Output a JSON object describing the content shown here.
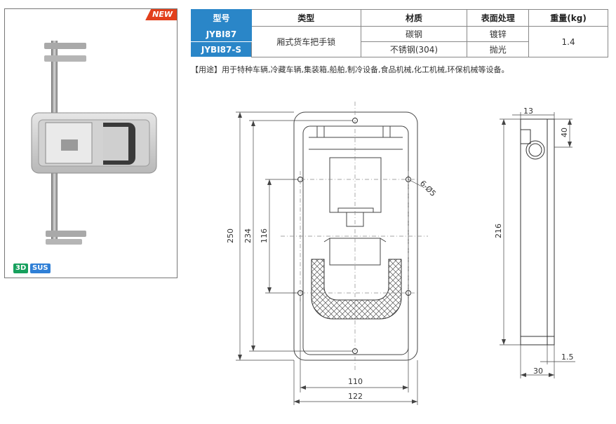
{
  "badges": {
    "new": "NEW",
    "tag_3d": "3D",
    "tag_sus": "SUS"
  },
  "spec_table": {
    "headers": [
      "型号",
      "类型",
      "材质",
      "表面处理",
      "重量(kg)"
    ],
    "models": [
      "JYBI87",
      "JYBI87-S"
    ],
    "type": "厢式货车把手锁",
    "materials": [
      "碳钢",
      "不锈钢(304)"
    ],
    "finishes": [
      "镀锌",
      "抛光"
    ],
    "weight": "1.4"
  },
  "usage": "【用途】用于特种车辆,冷藏车辆,集装箱,船舶,制冷设备,食品机械,化工机械,环保机械等设备。",
  "dimensions": {
    "front": {
      "total_height": "250",
      "inner_height": "234",
      "hole_spacing_v": "116",
      "hole_spacing_h": "110",
      "total_width": "122",
      "holes": "6-Ø5"
    },
    "side": {
      "top_offset": "13",
      "top_height": "40",
      "height": "216",
      "depth": "30",
      "thickness": "1.5"
    }
  },
  "colors": {
    "accent": "#2a86c8",
    "new_badge": "#e2401c",
    "tag_3d": "#17a05d",
    "tag_sus": "#2f7fd6"
  }
}
